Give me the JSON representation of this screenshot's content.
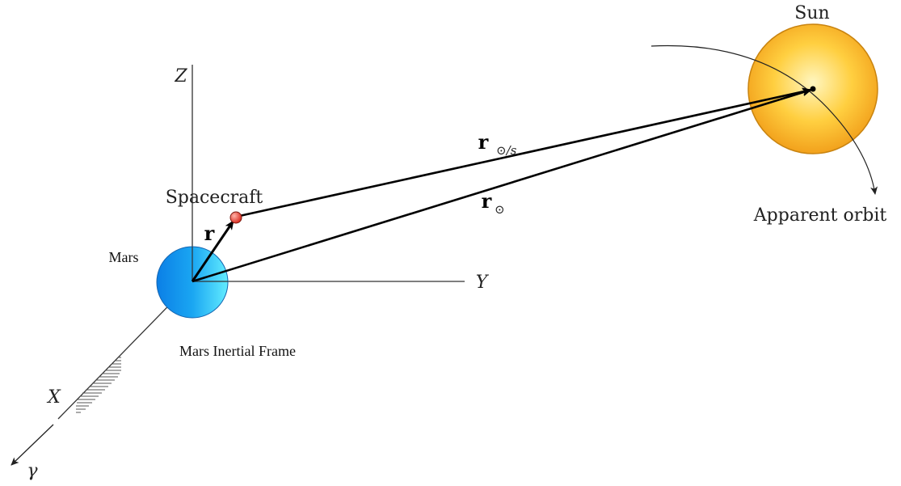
{
  "labels": {
    "sun": "Sun",
    "apparent_orbit": "Apparent orbit",
    "spacecraft": "Spacecraft",
    "mars": "Mars",
    "frame": "Mars Inertial Frame",
    "axis_z": "Z",
    "axis_y": "Y",
    "axis_x": "X",
    "gamma": "γ",
    "r": "r",
    "r_sun": "r",
    "r_sun_sub": "⊙",
    "r_sun_s": "r",
    "r_sun_s_sub": "⊙/s"
  },
  "colors": {
    "sun_center": "#fff3b0",
    "sun_edge": "#f0a020",
    "mars_light": "#5ee8ff",
    "mars_dark": "#0a86e8",
    "spacecraft": "#e03a2a",
    "line": "#000000",
    "axis": "#222222"
  }
}
